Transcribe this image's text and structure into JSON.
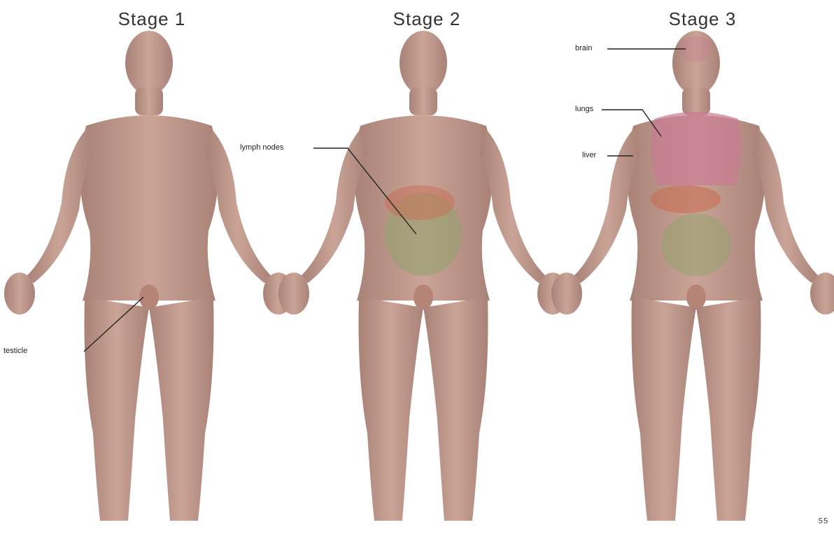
{
  "stages": [
    {
      "title": "Stage 1",
      "labels": [
        {
          "key": "testicle",
          "text": "testicle"
        }
      ]
    },
    {
      "title": "Stage 2",
      "labels": [
        {
          "key": "lymph-nodes",
          "text": "lymph nodes"
        }
      ]
    },
    {
      "title": "Stage 3",
      "labels": [
        {
          "key": "brain",
          "text": "brain"
        },
        {
          "key": "lungs",
          "text": "lungs"
        },
        {
          "key": "liver",
          "text": "liver"
        }
      ]
    }
  ],
  "corner_mark": "⁵⁵",
  "colors": {
    "skin": "#c9a292",
    "skin_shadow": "#a9807a",
    "lymph": "#8fa36b",
    "lungs": "#c97a92",
    "liver": "#c9694e",
    "leader_line": "#222222"
  }
}
